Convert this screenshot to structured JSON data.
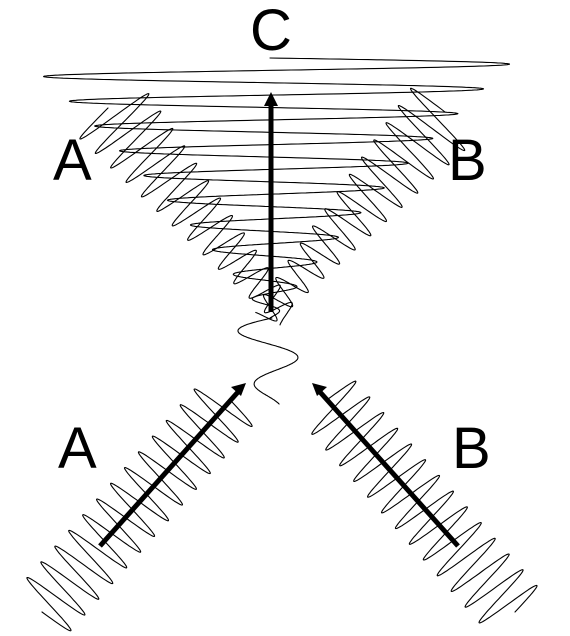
{
  "labels": {
    "c": "C",
    "a_top": "A",
    "b_top": "B",
    "a_bottom": "A",
    "b_bottom": "B"
  },
  "colors": {
    "ink": "#000000",
    "background": "#ffffff"
  }
}
